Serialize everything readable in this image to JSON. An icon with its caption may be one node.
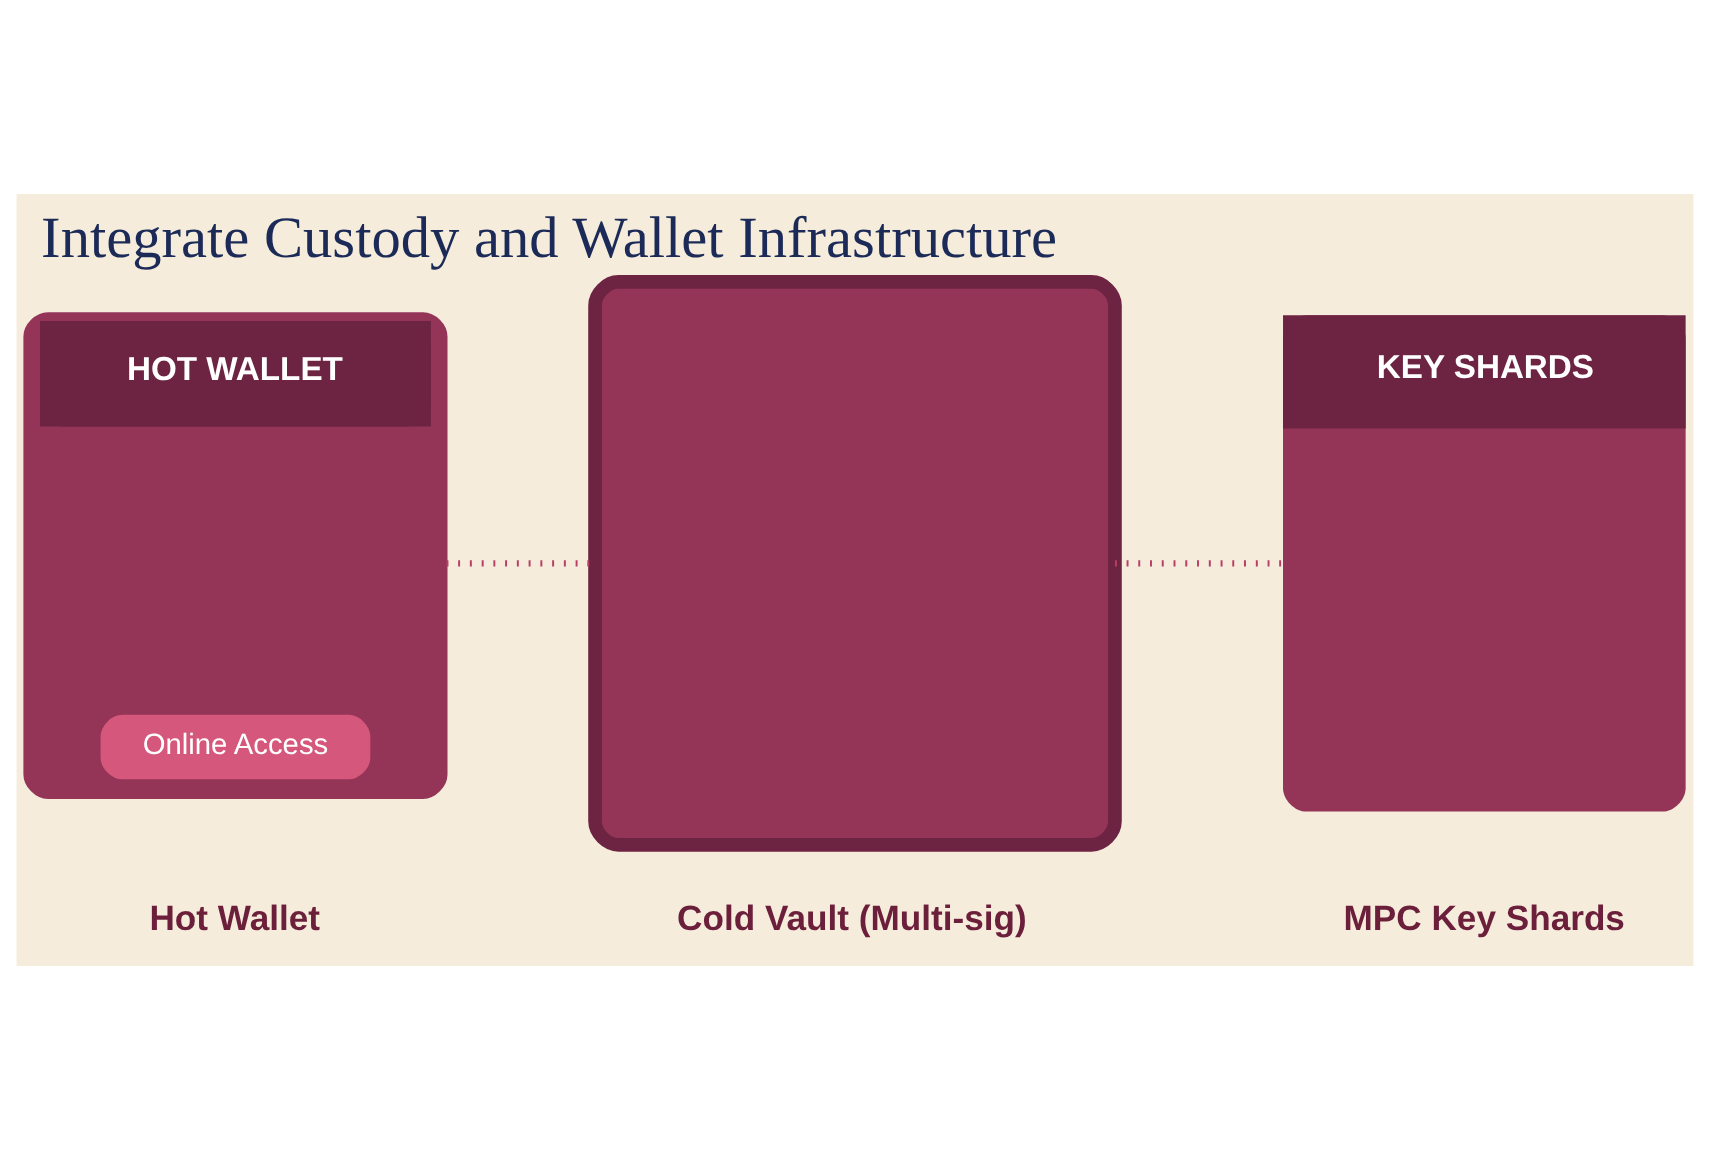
{
  "diagram": {
    "title": "Integrate Custody and Wallet Infrastructure",
    "nodes": [
      {
        "text": [
          "HOT WALLET"
        ],
        "beside": [
          "Hot Wallet"
        ]
      },
      {
        "text": [
          "Online Access"
        ],
        "in": 0
      },
      {
        "text": [],
        "shape": "box",
        "beside": [
          "Cold Vault (Multi-sig)"
        ]
      },
      {
        "text": [
          "KEY SHARDS"
        ],
        "beside": [
          "MPC Key Shards"
        ]
      }
    ],
    "edges": [
      {
        "from": 0,
        "to": 2,
        "arrow": "none",
        "style": "dashed"
      },
      {
        "from": 2,
        "to": 3,
        "arrow": "none",
        "style": "dashed"
      }
    ]
  }
}
